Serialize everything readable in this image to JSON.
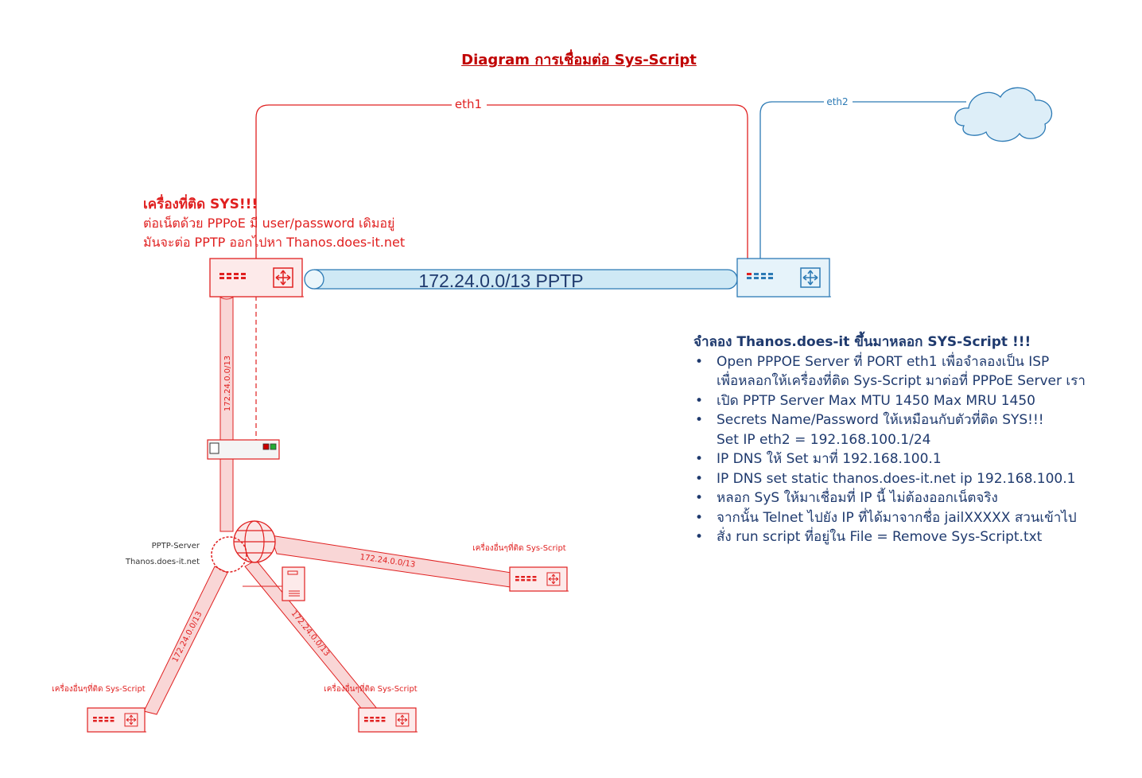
{
  "title": "Diagram การเชื่อมต่อ Sys-Script",
  "links": {
    "eth1": "eth1",
    "eth2": "eth2",
    "tunnel": "172.24.0.0/13 PPTP",
    "subnet": "172.24.0.0/13"
  },
  "sys_note": {
    "heading": "เครื่องที่ติด SYS!!!",
    "line1": "ต่อเน็ตด้วย PPPoE มี user/password เดิมอยู่",
    "line2": "มันจะต่อ PPTP ออกไปหา Thanos.does-it.net"
  },
  "server": {
    "name": "PPTP-Server",
    "host": "Thanos.does-it.net"
  },
  "other_device_label": "เครื่องอื่นๆที่ติด Sys-Script",
  "emulation": {
    "heading": "จำลอง Thanos.does-it ขึ้นมาหลอก SYS-Script !!!",
    "items": [
      {
        "main": "Open PPPOE Server ที่ PORT eth1 เพื่อจำลองเป็น ISP",
        "cont": "เพื่อหลอกให้เครื่องที่ติด Sys-Script มาต่อที่ PPPoE Server เรา"
      },
      {
        "main": "เปิด  PPTP Server Max MTU 1450  Max MRU 1450",
        "cont": ""
      },
      {
        "main": "Secrets Name/Password ให้เหมือนกับตัวที่ติด SYS!!!",
        "cont": "Set IP eth2 = 192.168.100.1/24"
      },
      {
        "main": "IP DNS ให้ Set มาที่ 192.168.100.1",
        "cont": ""
      },
      {
        "main": "IP DNS set static thanos.does-it.net   ip 192.168.100.1",
        "cont": ""
      },
      {
        "main": "หลอก SyS ให้มาเชื่อมที่ IP นี้ ไม่ต้องออกเน็ตจริง",
        "cont": ""
      },
      {
        "main": "จากนั้น Telnet ไปยัง IP ที่ได้มาจากชื่อ jailXXXXX สวนเข้าไป",
        "cont": ""
      },
      {
        "main": "สั่ง run script ที่อยู่ใน File = Remove Sys-Script.txt",
        "cont": ""
      }
    ]
  },
  "colors": {
    "red": "#e02020",
    "red_fill": "#f9d6d6",
    "blue": "#2c7ab5",
    "blue_fill": "#cfe9f5",
    "navy_text": "#1f3a6e",
    "title_red": "#c00000"
  },
  "icons": [
    "router-icon",
    "modem-icon",
    "globe-icon",
    "server-icon",
    "cloud-icon"
  ]
}
